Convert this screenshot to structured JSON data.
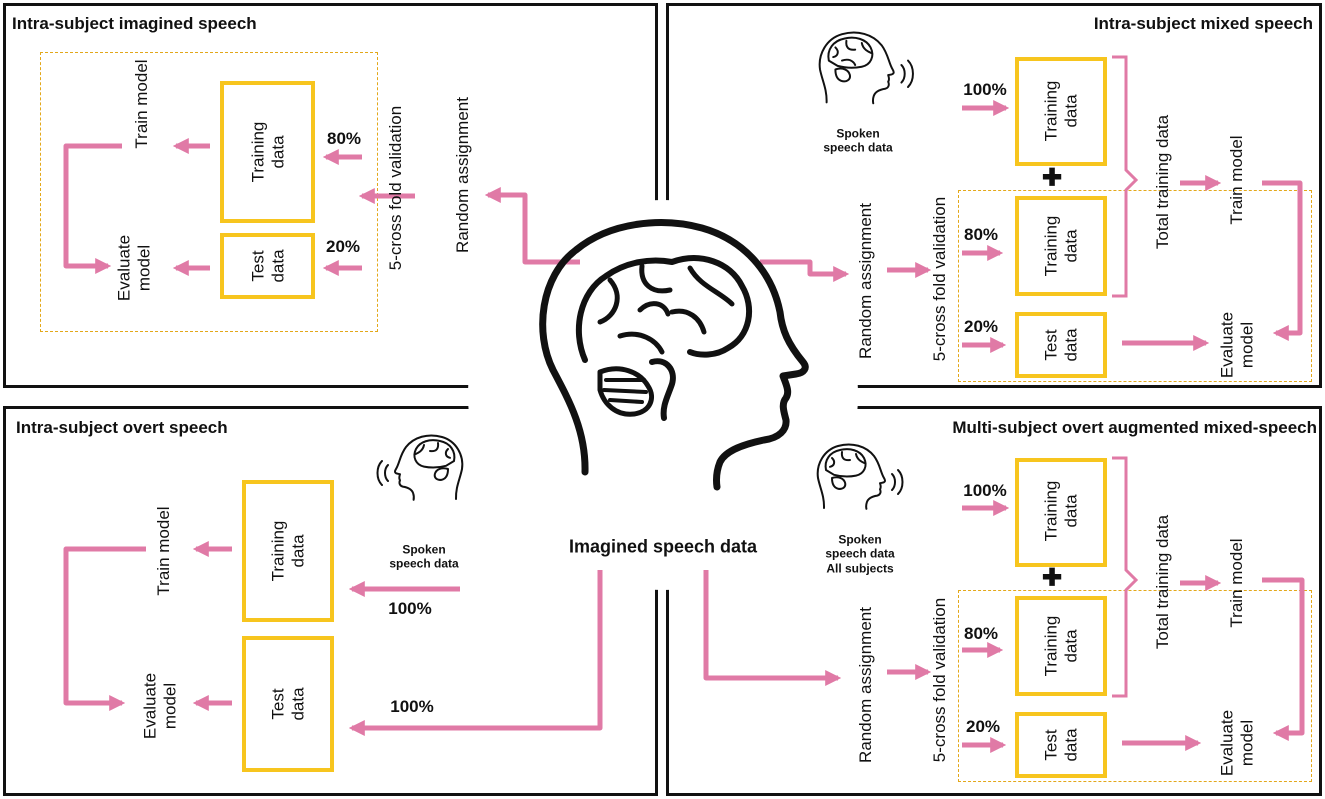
{
  "center": {
    "label": "Imagined speech data"
  },
  "panels": {
    "top_left": {
      "title": "Intra-subject imagined speech",
      "random_assignment": "Random assignment",
      "cross_validation": "5-cross fold validation",
      "train_pct": "80%",
      "test_pct": "20%",
      "training_box": "Training\ndata",
      "test_box": "Test\ndata",
      "train_model": "Train model",
      "evaluate_model": "Evaluate\nmodel"
    },
    "top_right": {
      "title": "Intra-subject mixed speech",
      "spoken_label": "Spoken\nspeech data",
      "spoken_pct": "100%",
      "training_box_spoken": "Training\ndata",
      "plus": "✚",
      "random_assignment": "Random assignment",
      "cross_validation": "5-cross fold validation",
      "train_pct": "80%",
      "test_pct": "20%",
      "training_box": "Training\ndata",
      "test_box": "Test\ndata",
      "total_training": "Total training data",
      "train_model": "Train model",
      "evaluate_model": "Evaluate\nmodel"
    },
    "bottom_left": {
      "title": "Intra-subject overt speech",
      "spoken_label": "Spoken\nspeech data",
      "spoken_pct": "100%",
      "imagined_pct": "100%",
      "training_box": "Training\ndata",
      "test_box": "Test\ndata",
      "train_model": "Train model",
      "evaluate_model": "Evaluate\nmodel"
    },
    "bottom_right": {
      "title": "Multi-subject overt augmented mixed-speech",
      "spoken_label": "Spoken\nspeech data\nAll subjects",
      "spoken_pct": "100%",
      "training_box_spoken": "Training\ndata",
      "plus": "✚",
      "random_assignment": "Random assignment",
      "cross_validation": "5-cross fold validation",
      "train_pct": "80%",
      "test_pct": "20%",
      "training_box": "Training\ndata",
      "test_box": "Test\ndata",
      "total_training": "Total training data",
      "train_model": "Train model",
      "evaluate_model": "Evaluate\nmodel"
    }
  },
  "icons": [
    "brain-head-icon",
    "speaking-head-icon",
    "plus-icon",
    "arrow-icon"
  ],
  "colors": {
    "arrow": "#e07aa6",
    "box_border": "#f7c51e",
    "dashed": "#e3a81a",
    "panel_border": "#111111"
  }
}
